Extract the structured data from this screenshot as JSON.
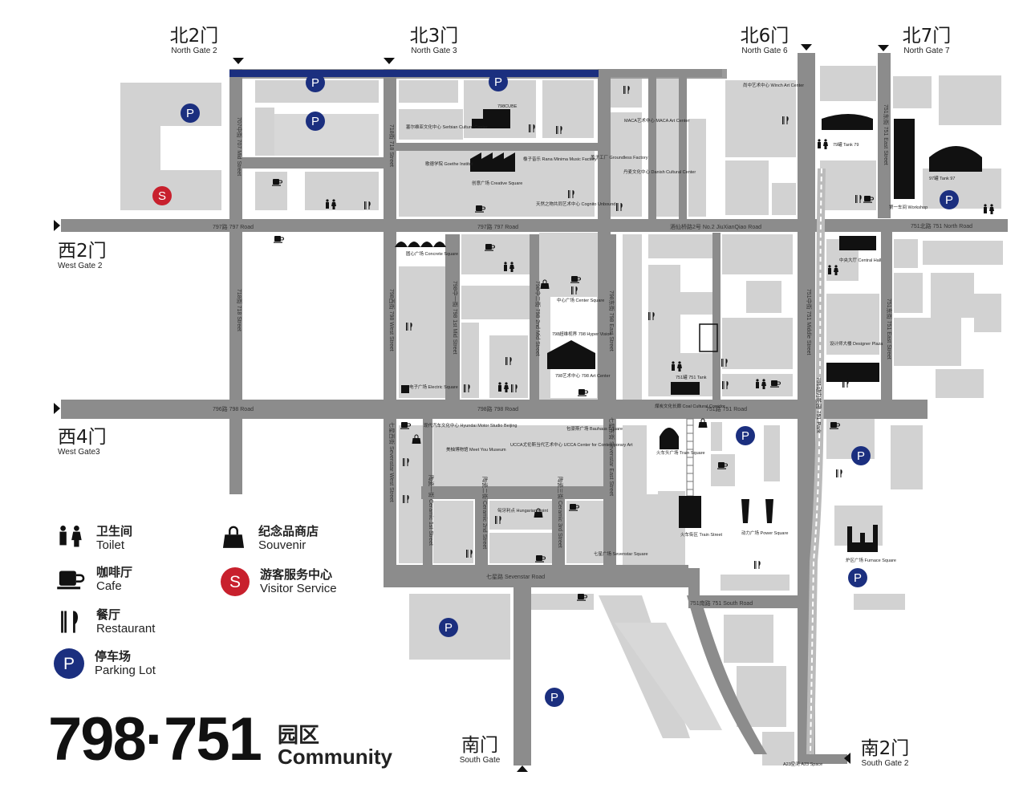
{
  "map": {
    "title_number": "798·751",
    "title_zh": "园区",
    "title_en": "Community",
    "gates": {
      "north2": {
        "zh": "北2门",
        "en": "North Gate 2"
      },
      "north3": {
        "zh": "北3门",
        "en": "North Gate 3"
      },
      "north6": {
        "zh": "北6门",
        "en": "North Gate 6"
      },
      "north7": {
        "zh": "北7门",
        "en": "North Gate 7"
      },
      "west2": {
        "zh": "西2门",
        "en": "West Gate 2"
      },
      "west4": {
        "zh": "西4门",
        "en": "West Gate3"
      },
      "south": {
        "zh": "南门",
        "en": "South Gate"
      },
      "south2": {
        "zh": "南2门",
        "en": "South Gate 2"
      }
    },
    "roads": {
      "r797_left": "797路 797 Road",
      "r797_mid": "797路 797 Road",
      "jiuxianqiao": "酒仙桥路2号 No.2 JiuXianQiao Road",
      "r751_north": "751北路 751 North Road",
      "r798_left": "796路 798 Road",
      "r798_mid": "798路 798 Road",
      "r751": "751路 751 Road",
      "sevenstar": "七星路 Sevenstar Road",
      "r751_south": "751南路 751 South Road",
      "mid707": "707中街 707 Mid Street",
      "st718": "718街 718 Street",
      "st718_north": "718街 718 Street",
      "west798": "798西街 798 West Street",
      "mid1": "798中一街 798 1st Mid Street",
      "mid2": "798中二街 798 2nd Mid Street",
      "east798": "798东街 798 East Street",
      "middle751": "751中街 751 Middle Street",
      "east751_top": "751东街 751 East Street",
      "east751": "751东街 751 East Street",
      "sevenstar_west": "七星西街 Sevenstar West Street",
      "sevenstar_east": "七星东街 Sevenstar East Street",
      "ceramic1": "陶瓷一街 Ceramic 1st Street",
      "ceramic2": "陶瓷二街 Ceramic 2nd Street",
      "ceramic3": "陶瓷三街 Ceramic 3rd Street",
      "park751": "751动力花园 751 Park"
    },
    "places": {
      "cube": "798CUBE",
      "berlin": "塞尔维亚文化中心 Serbian Culture Center",
      "goethe": "歌德学院 Goethe Institut",
      "rana": "橡子音乐 Rana Minima Music Factory",
      "groundless": "盖子工厂 Groundless Factory",
      "danish": "丹麦文化中心 Danish Cultural Center",
      "maca": "MACA艺术中心 MACA Art Center",
      "winch": "尚中艺术中心 Winch Art Center",
      "creative": "创意广场 Creative Square",
      "cognito": "天然之物共同艺术中心 Cognito Unbound",
      "concrete": "圆心广场 Concrete Square",
      "center": "中心广场 Center Square",
      "hypervision": "798超维视界 798 Hyper Vision",
      "artcenter": "798艺术中心 798 Art Center",
      "electric": "电子广场 Electric Square",
      "tank79": "79罐 Tank 79",
      "tank97": "97罐 Tank 97",
      "workshop": "第一车间 Workshop",
      "centralhall": "中央大厅 Central Hall",
      "designer": "设计师大楼 Designer Plaza",
      "coal": "煤炭文化长廊 Coal Cultural Corridor",
      "trainsquare": "火车头广场 Train Square",
      "trainstreet": "火车街区 Train Street",
      "power": "动力广场 Power Square",
      "furnace": "炉区广场 Furnace Square",
      "a23": "A23空间 A23 Space",
      "hyundai": "现代汽车文化中心 Hyundai Motor Studio Beijing",
      "meiyuu": "美柚博物馆 Meet You Museum",
      "ucca": "UCCA尤伦斯当代艺术中心 UCCA Center for Contemporary Art",
      "bauhaus": "包豪斯广场 Bauhaus Square",
      "hungarian": "匈牙利点 Hungarian Point",
      "sevenstarsq": "七星广场 Sevenstar Square",
      "tank751": "751罐 751 Tank"
    },
    "legend": [
      {
        "zh": "卫生间",
        "en": "Toilet",
        "icon": "toilet-icon"
      },
      {
        "zh": "纪念品商店",
        "en": "Souvenir",
        "icon": "souvenir-icon"
      },
      {
        "zh": "咖啡厅",
        "en": "Cafe",
        "icon": "cafe-icon"
      },
      {
        "zh": "游客服务中心",
        "en": "Visitor Service",
        "icon": "visitor-service-icon",
        "letter": "S"
      },
      {
        "zh": "餐厅",
        "en": "Restaurant",
        "icon": "restaurant-icon"
      },
      {
        "zh": "停车场",
        "en": "Parking Lot",
        "icon": "parking-icon",
        "letter": "P"
      }
    ],
    "parking_letter": "P",
    "visitor_letter": "S",
    "colors": {
      "road": "#8c8c8c",
      "block": "#d0d0d0",
      "block_light": "#dcdcdc",
      "parking": "#1b2f7f",
      "visitor": "#c8202d",
      "north_bar": "#1b2f7f",
      "ink": "#111111"
    }
  }
}
